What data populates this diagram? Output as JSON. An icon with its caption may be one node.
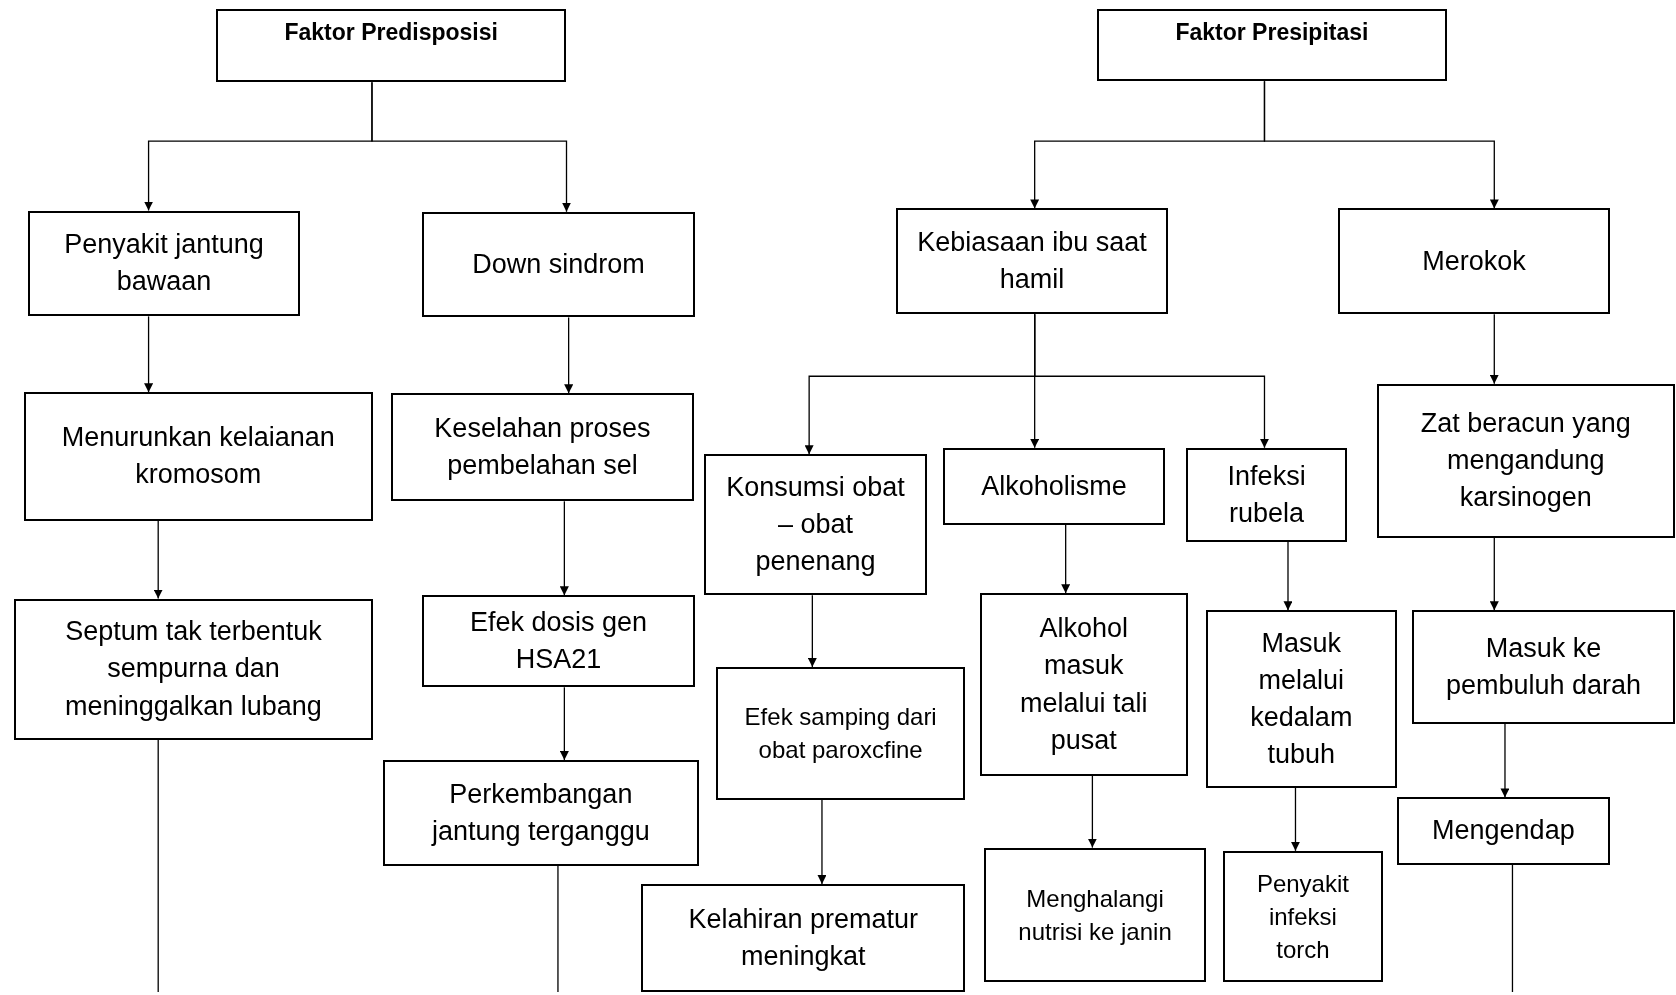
{
  "diagram": {
    "nodes": [
      {
        "text": [
          "Faktor Predisposisi"
        ]
      },
      {
        "text": [
          "Faktor Presipitasi"
        ]
      },
      {
        "text": [
          "Penyakit jantung bawaan"
        ]
      },
      {
        "text": [
          "Down sindrom"
        ]
      },
      {
        "text": [
          "Kebiasaan ibu saat hamil"
        ]
      },
      {
        "text": [
          "Merokok"
        ]
      },
      {
        "text": [
          "Menurunkan kelaianan kromosom"
        ]
      },
      {
        "text": [
          "Keselahan proses pembelahan sel"
        ]
      },
      {
        "text": [
          "Konsumsi obat – obat penenang"
        ]
      },
      {
        "text": [
          "Alkoholisme"
        ]
      },
      {
        "text": [
          "Infeksi rubela"
        ]
      },
      {
        "text": [
          "Zat beracun yang mengandung karsinogen"
        ]
      },
      {
        "text": [
          "Septum tak terbentuk sempurna dan meninggalkan lubang"
        ]
      },
      {
        "text": [
          "Efek dosis gen HSA21"
        ]
      },
      {
        "text": [
          "Efek samping dari obat paroxcfine"
        ]
      },
      {
        "text": [
          "Alkohol masuk melalui tali pusat"
        ]
      },
      {
        "text": [
          "Masuk melalui kedalam tubuh"
        ]
      },
      {
        "text": [
          "Masuk ke pembuluh darah"
        ]
      },
      {
        "text": [
          "Perkembangan jantung terganggu"
        ]
      },
      {
        "text": [
          "Kelahiran prematur meningkat"
        ]
      },
      {
        "text": [
          "Menghalangi nutrisi ke janin"
        ]
      },
      {
        "text": [
          "Penyakit infeksi torch"
        ]
      },
      {
        "text": [
          "Mengendap"
        ]
      }
    ],
    "edges": [
      {
        "from": 0,
        "to": 2,
        "arrow": "to"
      },
      {
        "from": 0,
        "to": 3,
        "arrow": "to"
      },
      {
        "from": 1,
        "to": 4,
        "arrow": "to"
      },
      {
        "from": 1,
        "to": 5,
        "arrow": "to"
      },
      {
        "from": 2,
        "to": 6,
        "arrow": "to"
      },
      {
        "from": 3,
        "to": 7,
        "arrow": "to"
      },
      {
        "from": 4,
        "to": 8,
        "arrow": "to"
      },
      {
        "from": 4,
        "to": 9,
        "arrow": "to"
      },
      {
        "from": 4,
        "to": 10,
        "arrow": "to"
      },
      {
        "from": 5,
        "to": 11,
        "arrow": "to"
      },
      {
        "from": 6,
        "to": 12,
        "arrow": "to"
      },
      {
        "from": 7,
        "to": 13,
        "arrow": "to"
      },
      {
        "from": 8,
        "to": 14,
        "arrow": "to"
      },
      {
        "from": 9,
        "to": 15,
        "arrow": "to"
      },
      {
        "from": 10,
        "to": 16,
        "arrow": "to"
      },
      {
        "from": 11,
        "to": 17,
        "arrow": "to"
      },
      {
        "from": 13,
        "to": 18,
        "arrow": "to"
      },
      {
        "from": 14,
        "to": 19,
        "arrow": "to"
      },
      {
        "from": 15,
        "to": 20,
        "arrow": "to"
      },
      {
        "from": 16,
        "to": 21,
        "arrow": "to"
      },
      {
        "from": 17,
        "to": 22,
        "arrow": "to"
      },
      {
        "from": 12,
        "to": null,
        "arrow": "none"
      },
      {
        "from": 18,
        "to": null,
        "arrow": "none"
      },
      {
        "from": 22,
        "to": null,
        "arrow": "none"
      }
    ]
  }
}
